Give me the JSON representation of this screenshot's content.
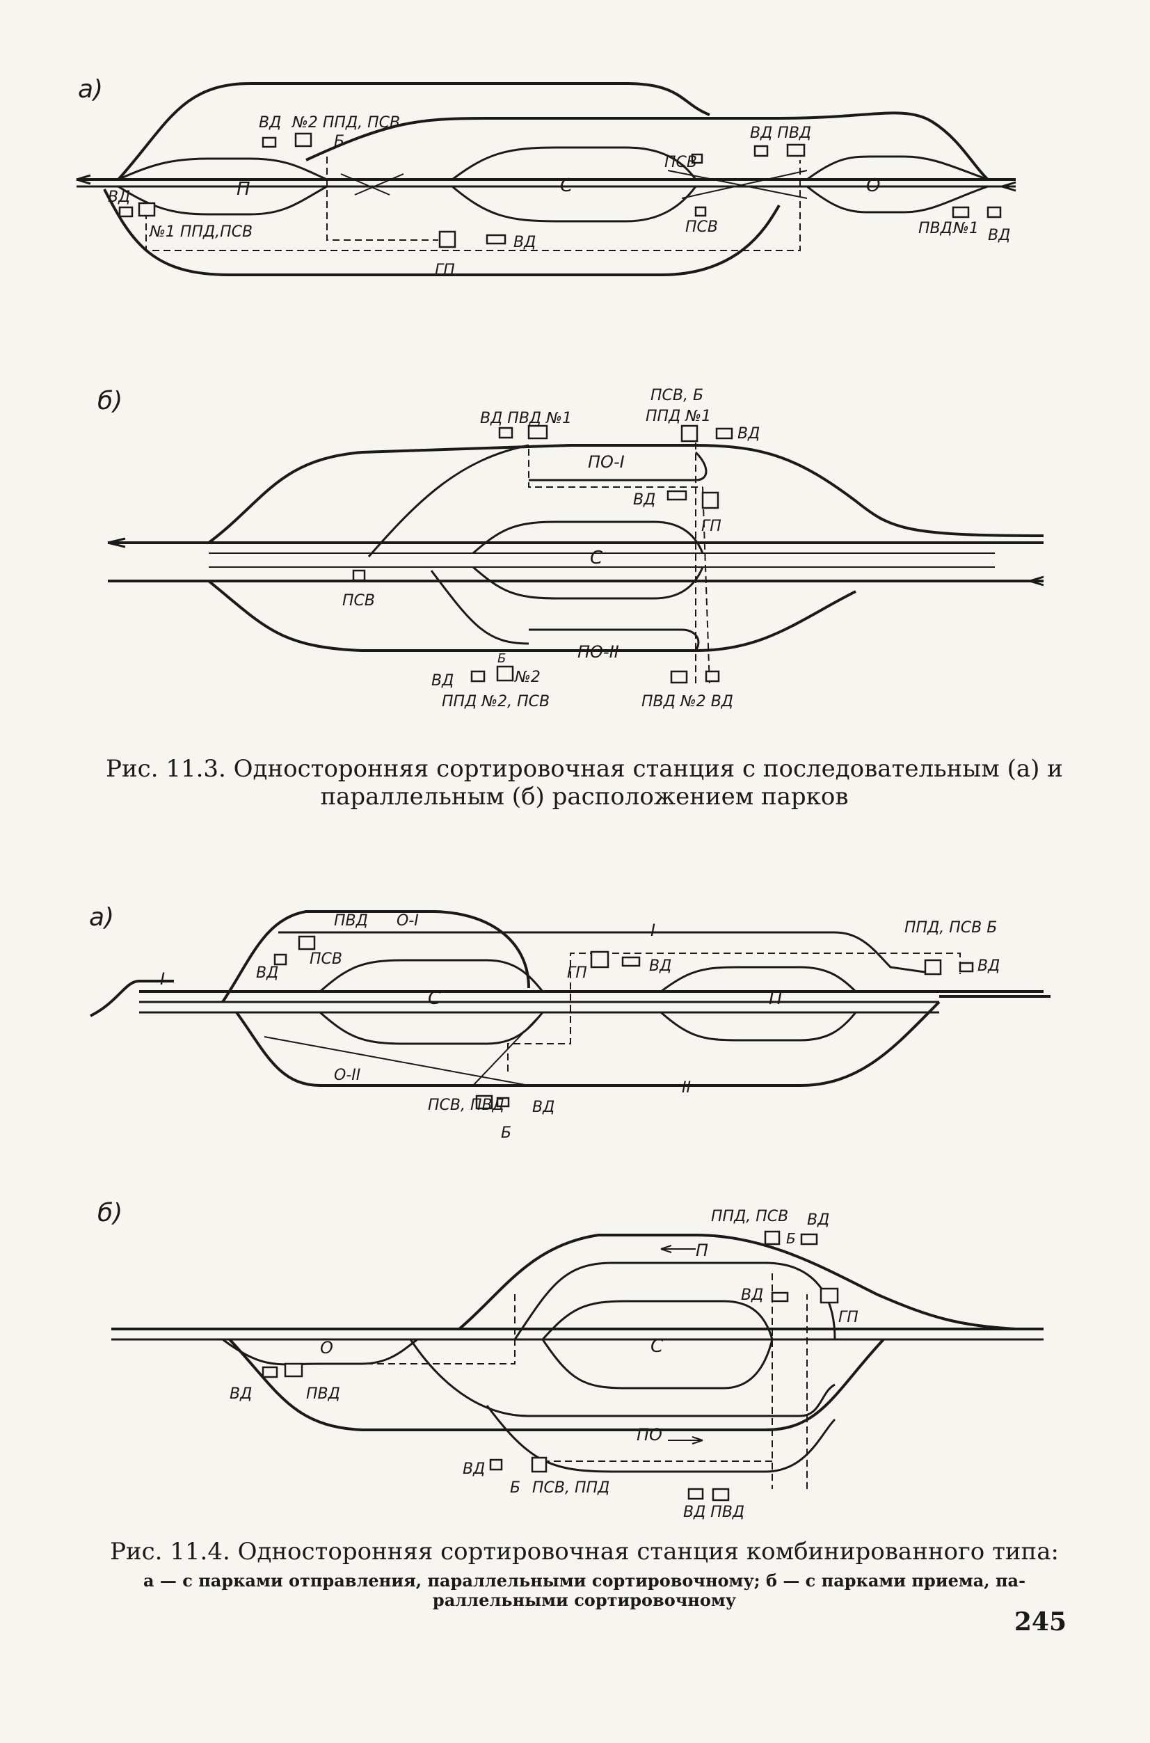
{
  "fig_11_3": {
    "panel_a": {
      "letter": "а)",
      "labels": {
        "vd_top": "ВД",
        "n2_ppd_psv": "№2 ППД, ПСВ",
        "b": "Б",
        "vd_left": "ВД",
        "n1_ppd_psv": "№1 ППД,ПСВ",
        "park_p": "П",
        "park_s": "С",
        "park_o": "О",
        "psv_mid": "ПСВ",
        "psv_bot": "ПСВ",
        "vd_pvd": "ВД ПВД",
        "pvd_right": "ПВД",
        "n1_right": "№1",
        "vd_right": "ВД",
        "gp": "ГП",
        "vd_gp": "ВД"
      }
    },
    "panel_b": {
      "letter": "б)",
      "labels": {
        "vd_pvd_n1": "ВД ПВД №1",
        "psv_b": "ПСВ, Б",
        "ppd_n1": "ППД №1",
        "vd_tr": "ВД",
        "po1": "ПО-I",
        "vd_gp": "ВД",
        "gp": "ГП",
        "park_s": "С",
        "psv": "ПСВ",
        "po2": "ПО-II",
        "b": "Б",
        "vd_bl": "ВД",
        "n2": "№2",
        "ppd_n2_psv": "ППД №2, ПСВ",
        "pvd_n2_vd": "ПВД №2  ВД"
      }
    },
    "caption_line1": "Рис. 11.3. Односторонняя сортировочная станция с последовательным (а) и",
    "caption_line2": "параллельным (б) расположением парков"
  },
  "fig_11_4": {
    "panel_a": {
      "letter": "а)",
      "labels": {
        "pvd": "ПВД",
        "o1": "О-I",
        "psv": "ПСВ",
        "vd_l": "ВД",
        "i_left": "I",
        "park_s": "С",
        "gp": "ГП",
        "vd_gp": "ВД",
        "i_top": "I",
        "park_p": "П",
        "ppd_psv_b": "ППД, ПСВ  Б",
        "vd_r": "ВД",
        "o2": "О-II",
        "ii": "II",
        "psv_pvd": "ПСВ, ПВД",
        "b": "Б",
        "vd_b": "ВД"
      }
    },
    "panel_b": {
      "letter": "б)",
      "labels": {
        "ppd_psv": "ППД, ПСВ",
        "vd_top": "ВД",
        "b_top": "Б",
        "park_p": "П",
        "vd_gp": "ВД",
        "gp": "ГП",
        "park_s": "С",
        "park_o": "О",
        "vd_l": "ВД",
        "pvd_l": "ПВД",
        "po": "ПО",
        "vd_b": "ВД",
        "b_b": "Б",
        "psv_ppd": "ПСВ, ППД",
        "vd_pvd": "ВД  ПВД"
      }
    },
    "caption_line1": "Рис. 11.4. Односторонняя сортировочная станция комбинированного типа:",
    "caption_sub1": "а — с парками отправления, параллельными сортировочному; б — с парками приема, па-",
    "caption_sub2": "раллельными сортировочному"
  },
  "page_number": "245"
}
